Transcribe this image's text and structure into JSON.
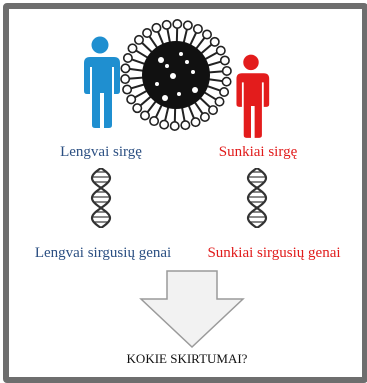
{
  "colors": {
    "mild": "#2b4f82",
    "severe": "#e11b1b",
    "person_mild": "#1f8fd0",
    "person_severe": "#e31c1c",
    "frame": "#6e6e6e",
    "arrow_fill": "#f2f2f2",
    "arrow_stroke": "#9a9a9a"
  },
  "icons": {
    "left_person": "person-icon",
    "right_person": "person-icon",
    "virus": "coronavirus-icon",
    "left_dna": "dna-icon",
    "right_dna": "dna-icon",
    "arrow": "down-arrow-icon"
  },
  "labels": {
    "mild_patients": "Lengvai sirgę",
    "severe_patients": "Sunkiai sirgę",
    "mild_genes": "Lengvai sirgusių genai",
    "severe_genes": "Sunkiai sirgusių genai",
    "question": "KOKIE SKIRTUMAI?"
  }
}
